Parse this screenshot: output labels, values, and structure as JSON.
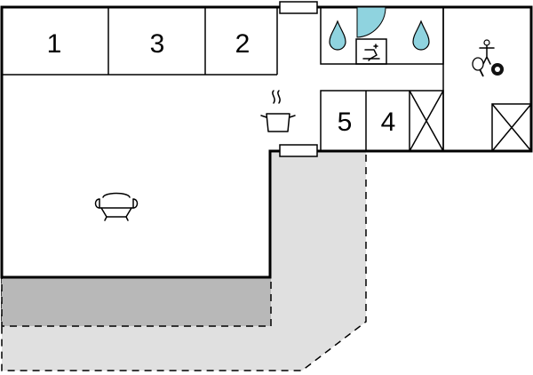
{
  "rooms": {
    "r1": "1",
    "r3": "3",
    "r2": "2",
    "r5": "5",
    "r4": "4"
  },
  "icons": {
    "sofa": "sofa-icon",
    "kitchen": "cooking-pot-icon",
    "shower": "water-drop-icon",
    "toilet": "toilet-icon",
    "games": "table-tennis-billiards-icon",
    "storage": "storage-cross-icon"
  },
  "colors": {
    "wall": "#000000",
    "terrace_fill": "#e0e0e0",
    "covered_terrace_fill": "#b8b8b8",
    "water": "#8fd3df",
    "background": "#ffffff"
  }
}
